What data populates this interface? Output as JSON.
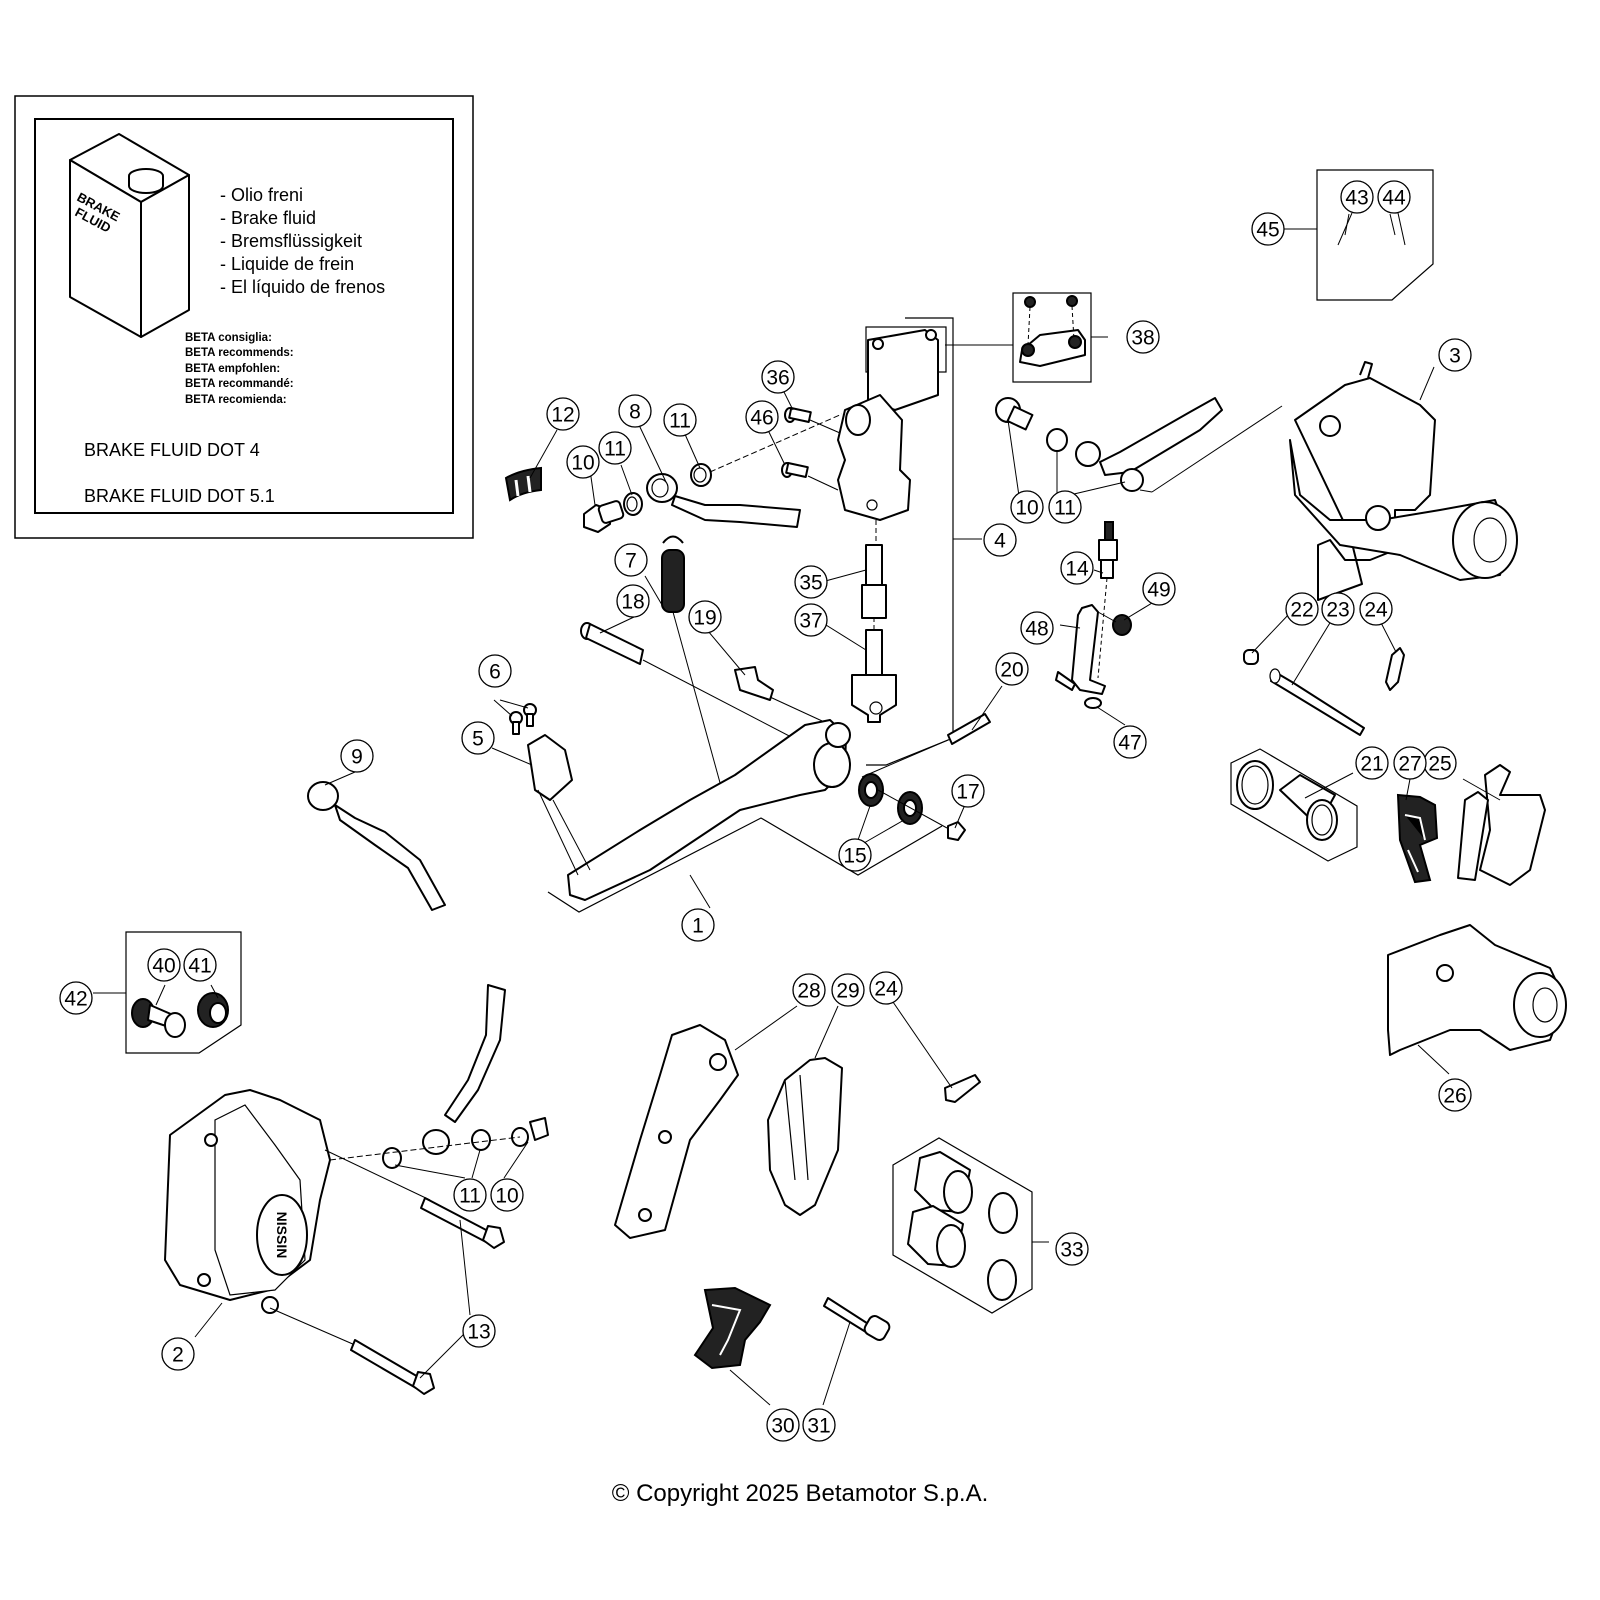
{
  "diagram": {
    "title": "Rear brake assembly exploded view",
    "manufacturer_caliper_marking": "NISSIN"
  },
  "fluid_box": {
    "can_label_line1": "BRAKE",
    "can_label_line2": "FLUID",
    "names": [
      "- Olio freni",
      "- Brake fluid",
      "- Bremsflüssigkeit",
      "- Liquide de frein",
      "- El líquido de frenos"
    ],
    "recommends": [
      "BETA consiglia:",
      "BETA recommends:",
      "BETA empfohlen:",
      "BETA recommandé:",
      "BETA recomienda:"
    ],
    "spec1": "BRAKE FLUID DOT 4",
    "spec2": "BRAKE FLUID DOT 5.1"
  },
  "callouts": [
    {
      "id": "c1",
      "label": "1"
    },
    {
      "id": "c2",
      "label": "2"
    },
    {
      "id": "c3",
      "label": "3"
    },
    {
      "id": "c4",
      "label": "4"
    },
    {
      "id": "c5",
      "label": "5"
    },
    {
      "id": "c6",
      "label": "6"
    },
    {
      "id": "c7",
      "label": "7"
    },
    {
      "id": "c8",
      "label": "8"
    },
    {
      "id": "c9",
      "label": "9"
    },
    {
      "id": "c10a",
      "label": "10"
    },
    {
      "id": "c10b",
      "label": "10"
    },
    {
      "id": "c10c",
      "label": "10"
    },
    {
      "id": "c11a",
      "label": "11"
    },
    {
      "id": "c11b",
      "label": "11"
    },
    {
      "id": "c11c",
      "label": "11"
    },
    {
      "id": "c11d",
      "label": "11"
    },
    {
      "id": "c12",
      "label": "12"
    },
    {
      "id": "c13",
      "label": "13"
    },
    {
      "id": "c14",
      "label": "14"
    },
    {
      "id": "c15",
      "label": "15"
    },
    {
      "id": "c17",
      "label": "17"
    },
    {
      "id": "c18",
      "label": "18"
    },
    {
      "id": "c19",
      "label": "19"
    },
    {
      "id": "c20",
      "label": "20"
    },
    {
      "id": "c21",
      "label": "21"
    },
    {
      "id": "c22",
      "label": "22"
    },
    {
      "id": "c23",
      "label": "23"
    },
    {
      "id": "c24a",
      "label": "24"
    },
    {
      "id": "c24b",
      "label": "24"
    },
    {
      "id": "c25",
      "label": "25"
    },
    {
      "id": "c26",
      "label": "26"
    },
    {
      "id": "c27",
      "label": "27"
    },
    {
      "id": "c28",
      "label": "28"
    },
    {
      "id": "c29",
      "label": "29"
    },
    {
      "id": "c30",
      "label": "30"
    },
    {
      "id": "c31",
      "label": "31"
    },
    {
      "id": "c33",
      "label": "33"
    },
    {
      "id": "c35",
      "label": "35"
    },
    {
      "id": "c36",
      "label": "36"
    },
    {
      "id": "c37",
      "label": "37"
    },
    {
      "id": "c38",
      "label": "38"
    },
    {
      "id": "c40",
      "label": "40"
    },
    {
      "id": "c41",
      "label": "41"
    },
    {
      "id": "c42",
      "label": "42"
    },
    {
      "id": "c43",
      "label": "43"
    },
    {
      "id": "c44",
      "label": "44"
    },
    {
      "id": "c45",
      "label": "45"
    },
    {
      "id": "c46",
      "label": "46"
    },
    {
      "id": "c47",
      "label": "47"
    },
    {
      "id": "c48",
      "label": "48"
    },
    {
      "id": "c49",
      "label": "49"
    }
  ],
  "footer": {
    "copyright": "© Copyright 2025 Betamotor S.p.A."
  }
}
